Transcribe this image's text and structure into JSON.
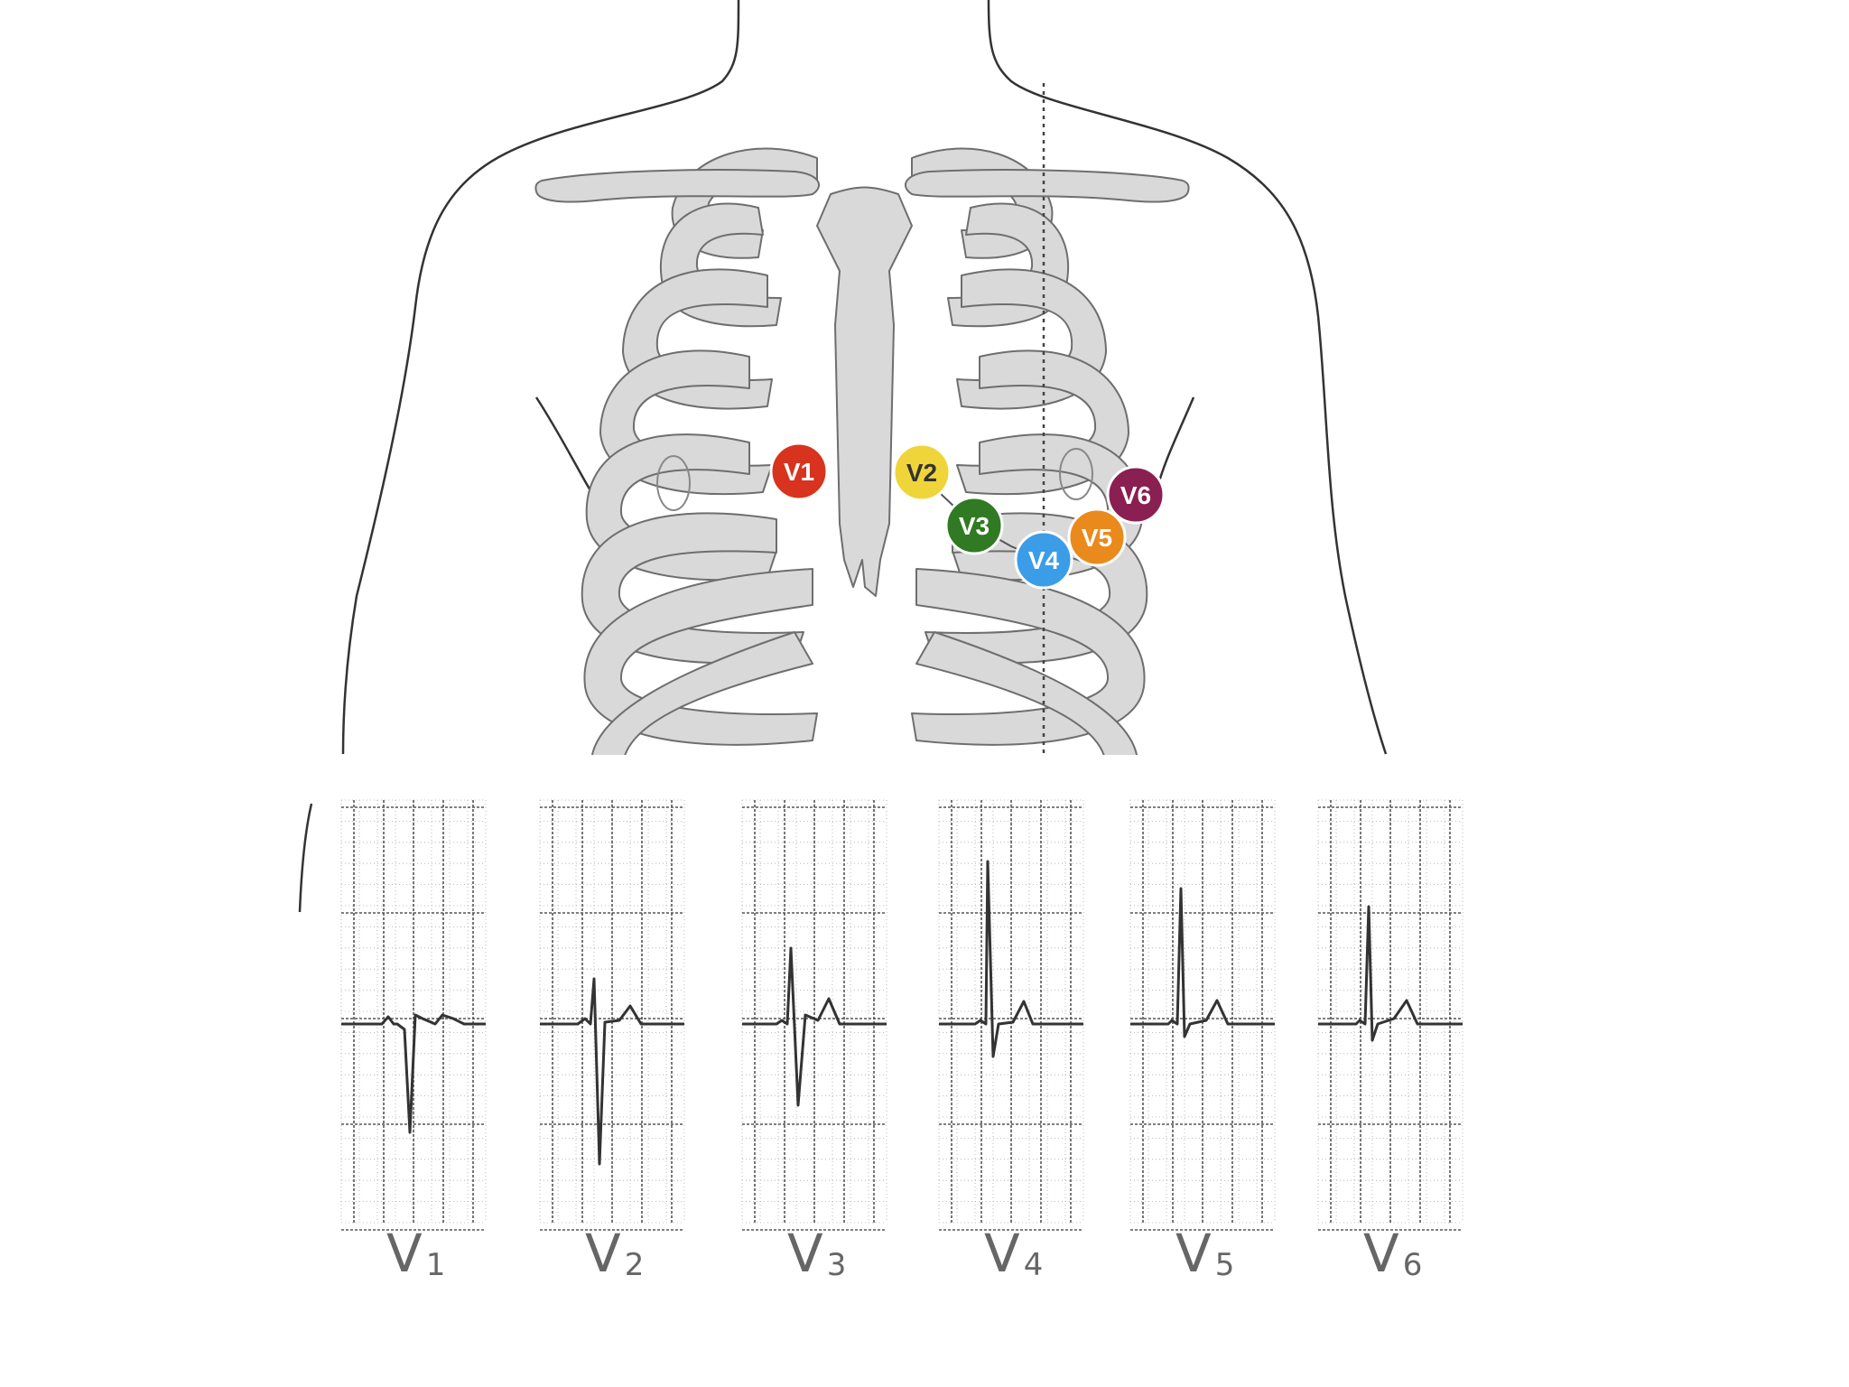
{
  "electrodes": [
    {
      "label": "V1",
      "color": "#d7331f"
    },
    {
      "label": "V2",
      "color": "#f0d53a"
    },
    {
      "label": "V3",
      "color": "#2f7a22"
    },
    {
      "label": "V4",
      "color": "#3b9de8"
    },
    {
      "label": "V5",
      "color": "#ea8a1c"
    },
    {
      "label": "V6",
      "color": "#8a1f52"
    }
  ],
  "ecg_leads": [
    {
      "name": "V",
      "sub": "1"
    },
    {
      "name": "V",
      "sub": "2"
    },
    {
      "name": "V",
      "sub": "3"
    },
    {
      "name": "V",
      "sub": "4"
    },
    {
      "name": "V",
      "sub": "5"
    },
    {
      "name": "V",
      "sub": "6"
    }
  ],
  "colors": {
    "bone_fill": "#d9d9d9",
    "bone_stroke": "#6e6e6e",
    "outline": "#333333",
    "ecg_trace": "#333333",
    "grid": "#555555"
  }
}
